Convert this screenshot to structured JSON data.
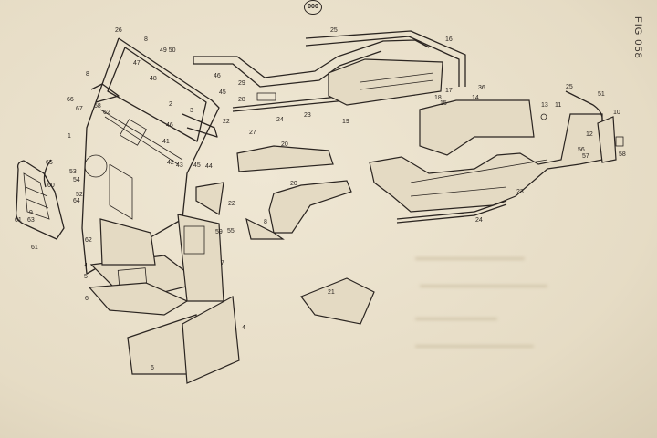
{
  "page_number": "000",
  "figure_label": "FIG  058",
  "colors": {
    "paper": "#e9e0cb",
    "ink": "#2b2521"
  },
  "callouts": [
    "26",
    "8",
    "49 50",
    "47",
    "48",
    "8",
    "46",
    "29",
    "45",
    "28",
    "66",
    "67",
    "68",
    "62",
    "2",
    "3",
    "22",
    "24",
    "23",
    "27",
    "1",
    "46",
    "41",
    "42",
    "43",
    "45",
    "44",
    "20",
    "65",
    "60",
    "53",
    "54",
    "20",
    "52",
    "64",
    "22",
    "61",
    "63",
    "9",
    "61",
    "62",
    "8",
    "59",
    "55",
    "4",
    "7",
    "5",
    "6",
    "21",
    "4",
    "6",
    "25",
    "16",
    "17",
    "36",
    "18",
    "19",
    "15",
    "14",
    "13",
    "11",
    "25",
    "51",
    "10",
    "12",
    "56",
    "57",
    "58",
    "23",
    "24"
  ]
}
